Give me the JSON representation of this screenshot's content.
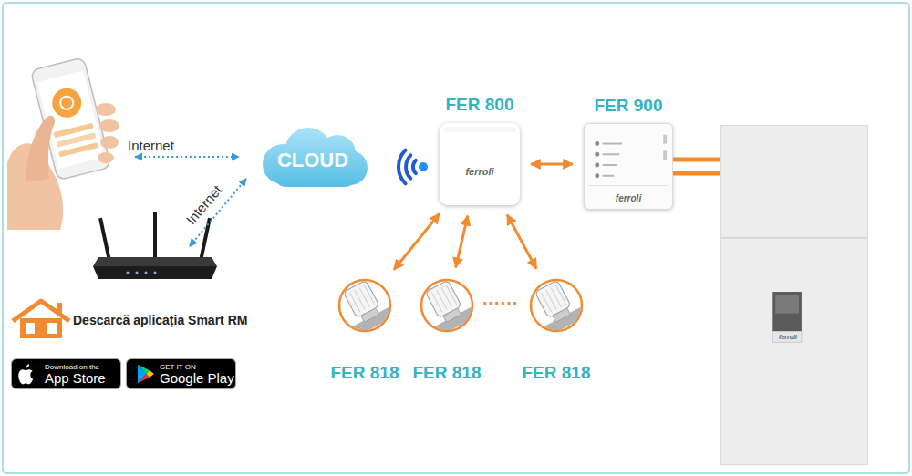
{
  "diagram": {
    "nodes": [
      {
        "text": [
          "CLOUD"
        ]
      },
      {
        "text": [
          "FER 800",
          "ferroli"
        ]
      },
      {
        "text": [
          "FER 900",
          "ferroli"
        ]
      },
      {
        "text": [
          "ferroli"
        ]
      },
      {
        "text": [
          "FER 818"
        ]
      },
      {
        "text": [
          "FER 818"
        ]
      },
      {
        "text": [
          "FER 818"
        ]
      },
      {
        "text": [
          "Download on the",
          "App Store"
        ]
      },
      {
        "text": [
          "GET IT ON",
          "Google Play"
        ]
      }
    ],
    "edges": [
      {
        "from": 1,
        "to": 2,
        "arrow": "both"
      },
      {
        "from": 2,
        "to": 3,
        "arrow": "none"
      },
      {
        "from": 4,
        "to": 1,
        "arrow": "both"
      },
      {
        "from": 5,
        "to": 1,
        "arrow": "both"
      },
      {
        "from": 6,
        "to": 1,
        "arrow": "both"
      }
    ],
    "labels": [
      "Internet",
      "Internet",
      "......",
      "Descarcă aplicația Smart RM"
    ]
  }
}
